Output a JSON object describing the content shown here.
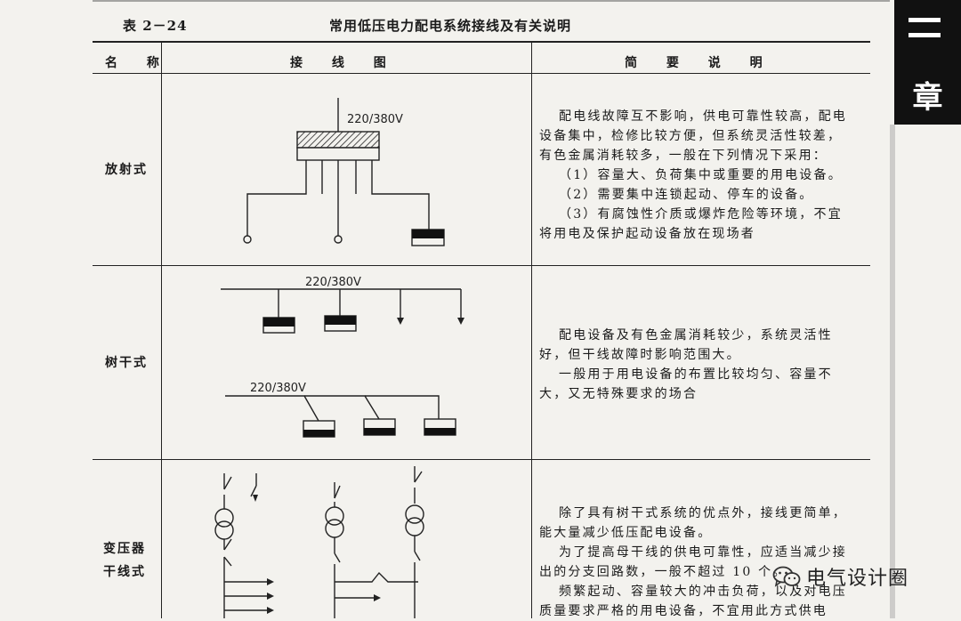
{
  "header": {
    "table_number": "表 2－24",
    "title": "常用低压电力配电系统接线及有关说明"
  },
  "columns": [
    "名 称",
    "接 线 图",
    "简 要 说 明"
  ],
  "rows": [
    {
      "name": "放射式",
      "voltage_labels": [
        "220/380V"
      ],
      "description": [
        "配电线故障互不影响，供电可靠性较高，配电",
        "设备集中，检修比较方便，但系统灵活性较差，",
        "有色金属消耗较多，一般在下列情况下采用：",
        "（1）容量大、负荷集中或重要的用电设备。",
        "（2）需要集中连锁起动、停车的设备。",
        "（3）有腐蚀性介质或爆炸危险等环境，不宜",
        "将用电及保护起动设备放在现场者"
      ]
    },
    {
      "name": "树干式",
      "voltage_labels": [
        "220/380V",
        "220/380V"
      ],
      "description": [
        "配电设备及有色金属消耗较少，系统灵活性",
        "好，但干线故障时影响范围大。",
        "一般用于用电设备的布置比较均匀、容量不",
        "大，又无特殊要求的场合"
      ]
    },
    {
      "name_lines": [
        "变压器",
        "干线式"
      ],
      "description": [
        "除了具有树干式系统的优点外，接线更简单，",
        "能大量减少低压配电设备。",
        "为了提高母干线的供电可靠性，应适当减少接",
        "出的分支回路数，一般不超过 10 个。",
        "频繁起动、容量较大的冲击负荷，以及对电压",
        "质量要求严格的用电设备，不宜用此方式供电"
      ]
    }
  ],
  "chapter_tab": {
    "text": "章"
  },
  "watermark": {
    "text": "电气设计圈",
    "icon": "wechat-icon"
  }
}
